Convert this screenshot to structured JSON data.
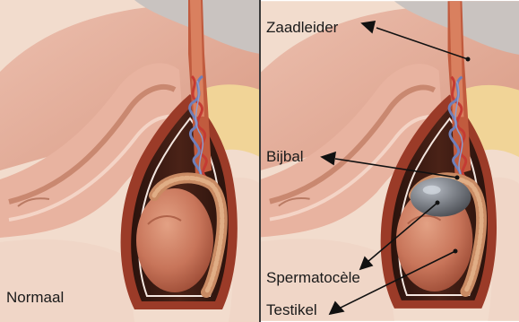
{
  "panels": {
    "left": {
      "caption": "Normaal"
    },
    "right": {
      "labels": {
        "vas_deferens": "Zaadleider",
        "epididymis": "Bijbal",
        "spermatocele": "Spermatocèle",
        "testicle": "Testikel"
      }
    }
  },
  "colors": {
    "skin": "#eed0bf",
    "pelvis_pink": "#e1a994",
    "fat_yellow": "#f1d497",
    "testis": "#c8755a",
    "epididymis": "#c98a63",
    "spermatocele": "#7b7f86",
    "sac_dark": "#3a1a12",
    "sac_red": "#b64a34",
    "vein_blue": "#6f7fb8",
    "artery_red": "#c53b33",
    "line": "#111111"
  }
}
